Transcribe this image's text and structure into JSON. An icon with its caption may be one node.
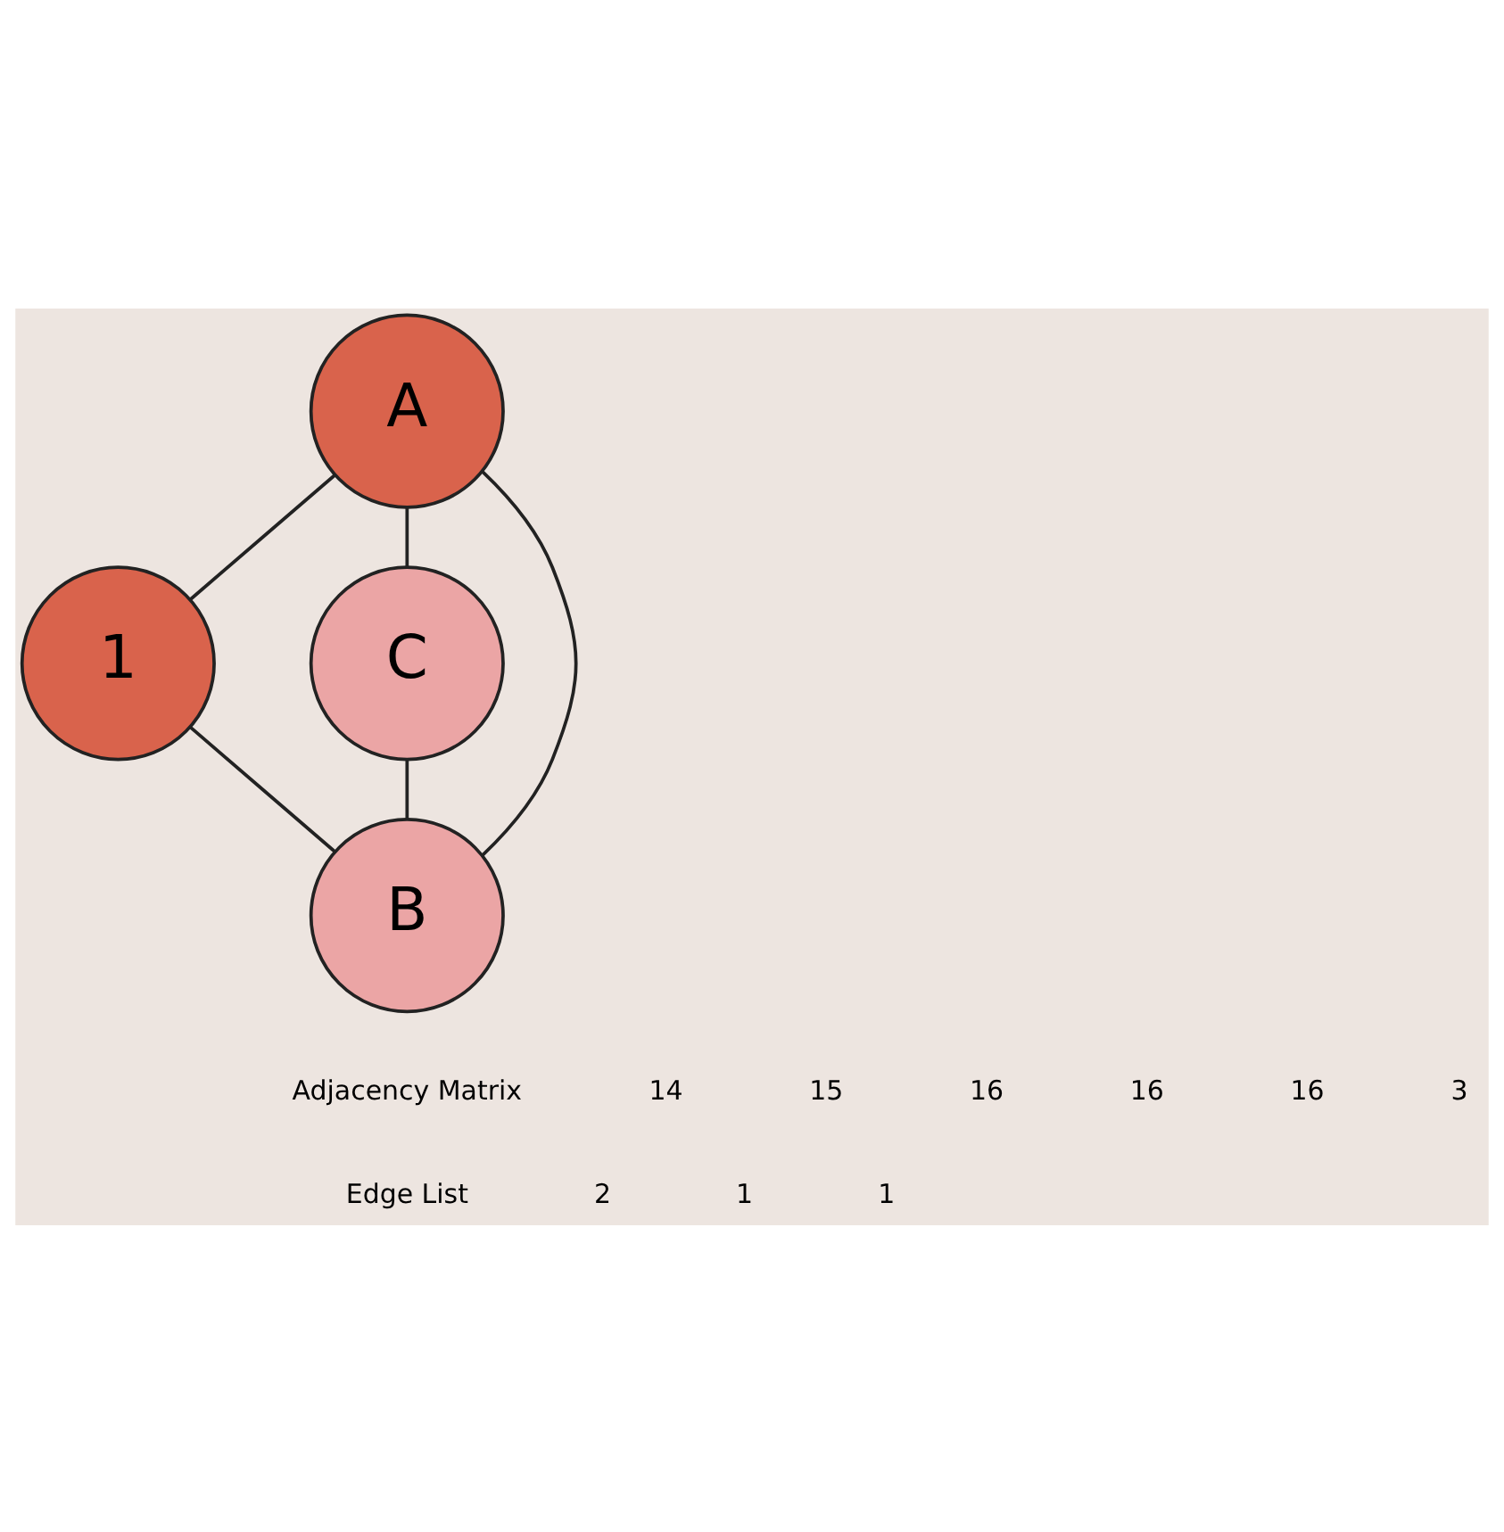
{
  "diagram": {
    "nodes": [
      {
        "text": [
          "A"
        ]
      },
      {
        "text": [
          "1"
        ]
      },
      {
        "text": [
          "C"
        ]
      },
      {
        "text": [
          "B"
        ]
      }
    ],
    "edges": [
      {
        "from": 0,
        "to": 1,
        "arrow": "none"
      },
      {
        "from": 0,
        "to": 3,
        "arrow": "none"
      },
      {
        "from": 0,
        "to": 2,
        "arrow": "none"
      },
      {
        "from": 1,
        "to": 3,
        "arrow": "none"
      },
      {
        "from": 2,
        "to": 3,
        "arrow": "none"
      }
    ],
    "labels": [
      "Adjacency Matrix",
      "14",
      "15",
      "16",
      "16",
      "16",
      "3",
      "Edge List",
      "2",
      "1",
      "1"
    ]
  }
}
